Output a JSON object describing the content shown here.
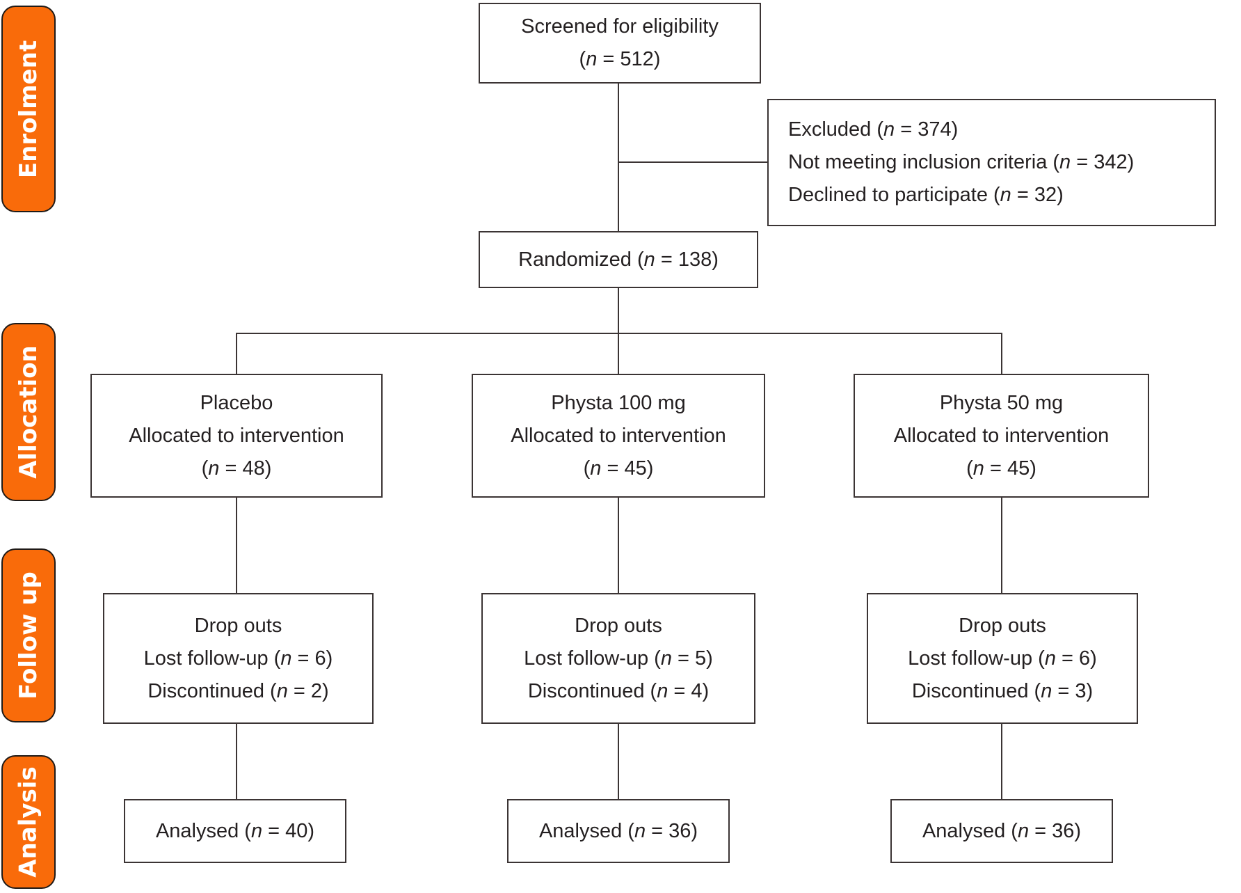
{
  "diagram": {
    "title": "CONSORT participant flow diagram",
    "colors": {
      "stage_fill": "#F96B0A",
      "stage_text": "#FFFFFF",
      "box_border": "#3B3434",
      "text": "#231F20",
      "line": "#3B3434",
      "background": "#FFFFFF"
    },
    "stages": [
      {
        "label": "Enrolment"
      },
      {
        "label": "Allocation"
      },
      {
        "label": "Follow up"
      },
      {
        "label": "Analysis"
      }
    ],
    "boxes": {
      "screened": {
        "lines": [
          "Screened for eligibility",
          "(n = 512)"
        ]
      },
      "excluded": {
        "lines": [
          "Excluded (n = 374)",
          "Not meeting inclusion criteria (n = 342)",
          "Declined to participate (n = 32)"
        ]
      },
      "randomized": {
        "lines": [
          "Randomized (n = 138)"
        ]
      },
      "allocation": [
        {
          "lines": [
            "Placebo",
            "Allocated to intervention",
            "(n = 48)"
          ]
        },
        {
          "lines": [
            "Physta 100 mg",
            "Allocated to intervention",
            "(n = 45)"
          ]
        },
        {
          "lines": [
            "Physta 50 mg",
            "Allocated to intervention",
            "(n = 45)"
          ]
        }
      ],
      "followup": [
        {
          "lines": [
            "Drop outs",
            "Lost follow-up (n = 6)",
            "Discontinued (n = 2)"
          ]
        },
        {
          "lines": [
            "Drop outs",
            "Lost follow-up (n = 5)",
            "Discontinued (n = 4)"
          ]
        },
        {
          "lines": [
            "Drop outs",
            "Lost follow-up (n = 6)",
            "Discontinued (n = 3)"
          ]
        }
      ],
      "analysed": [
        {
          "lines": [
            "Analysed (n = 40)"
          ]
        },
        {
          "lines": [
            "Analysed (n = 36)"
          ]
        },
        {
          "lines": [
            "Analysed (n = 36)"
          ]
        }
      ]
    }
  }
}
